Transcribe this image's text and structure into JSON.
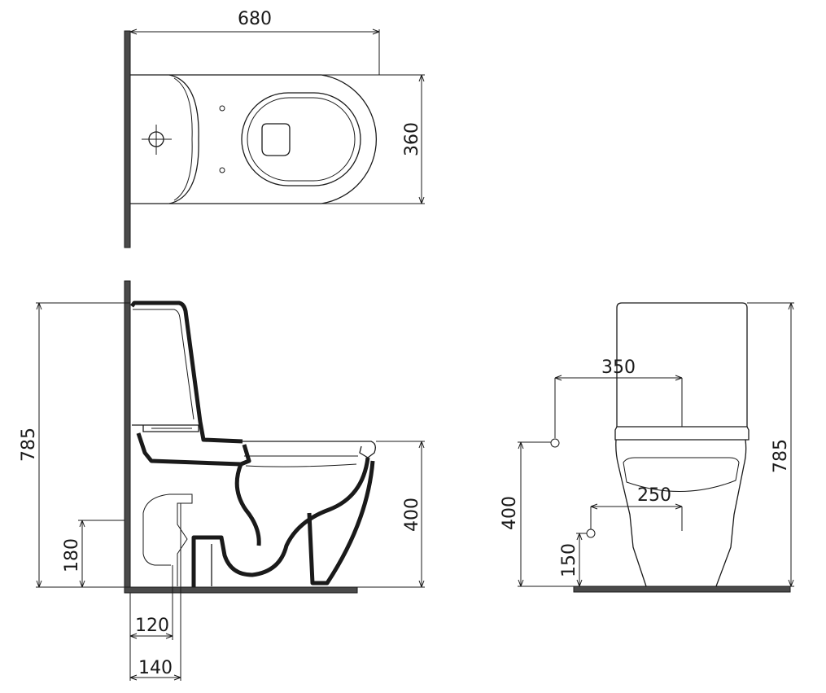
{
  "dimensions": {
    "top_width": "680",
    "top_depth": "360",
    "side_height": "785",
    "side_seat_height": "400",
    "side_inlet_height": "180",
    "side_outlet_120": "120",
    "side_outlet_140": "140",
    "front_height": "785",
    "front_seat_height": "400",
    "front_inlet_offset": "350",
    "front_outlet_offset": "250",
    "front_outlet_height": "150"
  },
  "colors": {
    "line": "#1a1a1a",
    "wall": "#4a4a4a",
    "background": "#ffffff"
  }
}
